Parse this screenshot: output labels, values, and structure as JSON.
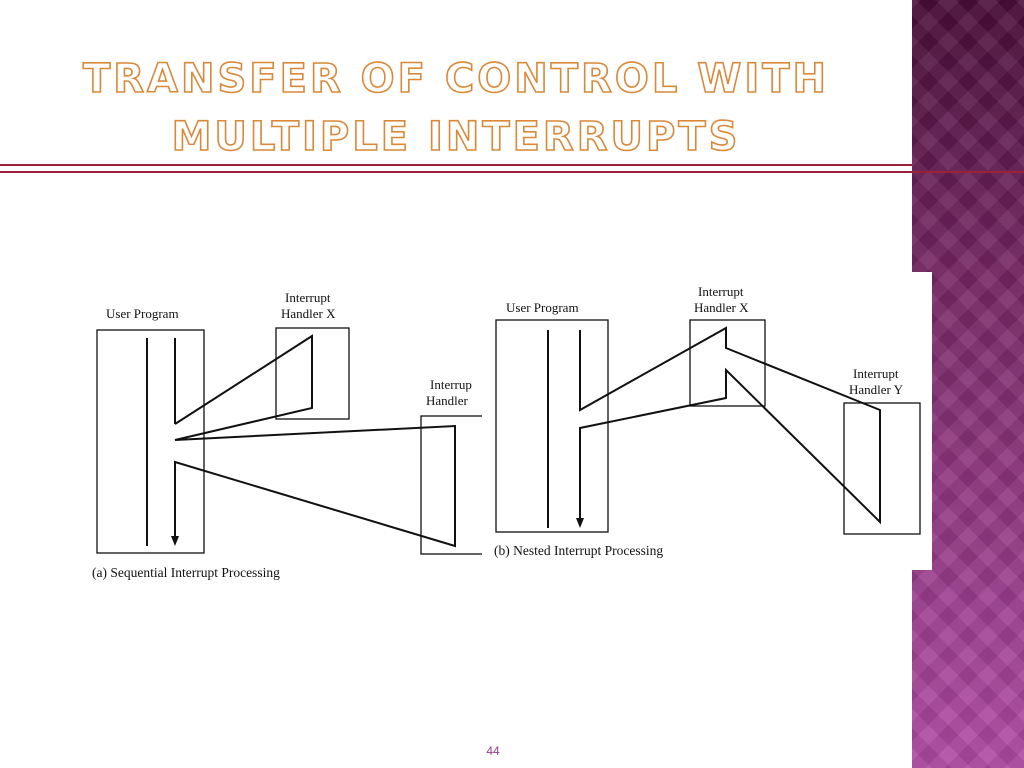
{
  "slide": {
    "title": "Transfer of Control with Multiple Interrupts",
    "page_number": "44"
  },
  "diagram_a": {
    "user_program": "User Program",
    "handler_x_line1": "Interrupt",
    "handler_x_line2": "Handler X",
    "handler_y_line1": "Interrup",
    "handler_y_line2": "Handler",
    "caption": "(a) Sequential Interrupt Processing"
  },
  "diagram_b": {
    "user_program": "User Program",
    "handler_x_line1": "Interrupt",
    "handler_x_line2": "Handler X",
    "handler_y_line1": "Interrupt",
    "handler_y_line2": "Handler Y",
    "caption": "(b) Nested Interrupt Processing"
  },
  "colors": {
    "accent": "#d9893a",
    "rule": "#9c2038",
    "sidebar": "#7a2a68"
  }
}
